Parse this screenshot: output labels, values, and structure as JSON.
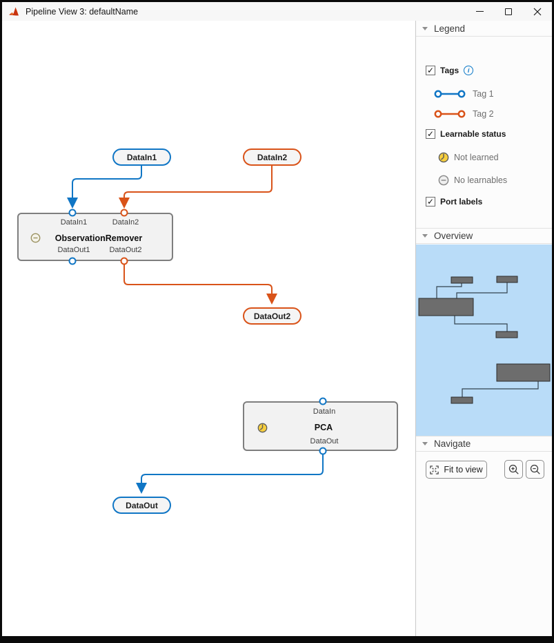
{
  "window": {
    "title": "Pipeline View 3: defaultName"
  },
  "colors": {
    "tag1_blue": "#1076c5",
    "tag2_orange": "#d95319",
    "minimap_bg": "#b9dcf8",
    "minimap_block": "#6d6d6d",
    "node_fill": "#f2f2f2",
    "not_learned_yellow": "#f7cf3e"
  },
  "canvas": {
    "pills": [
      {
        "label": "DataIn1"
      },
      {
        "label": "DataIn2"
      },
      {
        "label": "DataOut2"
      },
      {
        "label": "DataOut"
      }
    ],
    "blocks": [
      {
        "name": "ObservationRemover",
        "ports_in": [
          "DataIn1",
          "DataIn2"
        ],
        "ports_out": [
          "DataOut1",
          "DataOut2"
        ]
      },
      {
        "name": "PCA",
        "ports_in": [
          "DataIn"
        ],
        "ports_out": [
          "DataOut"
        ]
      }
    ]
  },
  "legend": {
    "title": "Legend",
    "tags": {
      "label": "Tags"
    },
    "tag_items": [
      {
        "label": "Tag 1"
      },
      {
        "label": "Tag 2"
      }
    ],
    "learnable": {
      "label": "Learnable status"
    },
    "learnable_items": [
      {
        "label": "Not learned"
      },
      {
        "label": "No learnables"
      }
    ],
    "port_labels": {
      "label": "Port labels"
    }
  },
  "overview": {
    "title": "Overview"
  },
  "navigate": {
    "title": "Navigate",
    "fit_button": "Fit to view"
  }
}
